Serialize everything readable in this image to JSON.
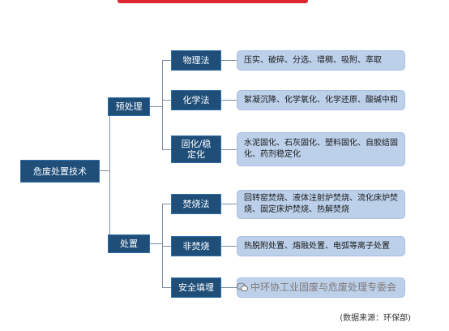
{
  "root": "危废处置技术",
  "branches": [
    {
      "label": "预处理",
      "children": [
        {
          "label": "物理法",
          "desc": "压实、破碎、分选、增稠、吸附、萃取"
        },
        {
          "label": "化学法",
          "desc": "絮凝沉降、化学氧化、化学还原、酸碱中和"
        },
        {
          "label": "固化/稳定化",
          "desc": "水泥固化、石灰固化、塑料固化、自胶结固化、药剂稳定化"
        }
      ]
    },
    {
      "label": "处置",
      "children": [
        {
          "label": "焚烧法",
          "desc": "回转窑焚烧、液体注射炉焚烧、流化床炉焚烧、固定床炉焚烧、热解焚烧"
        },
        {
          "label": "非焚烧",
          "desc": "热脱附处置、熔融处置、电弧等离子处置"
        },
        {
          "label": "安全填埋",
          "desc": ""
        }
      ]
    }
  ],
  "watermark": "中环协工业固废与危废处理专委会",
  "footnote": "(数据来源：环保部)"
}
